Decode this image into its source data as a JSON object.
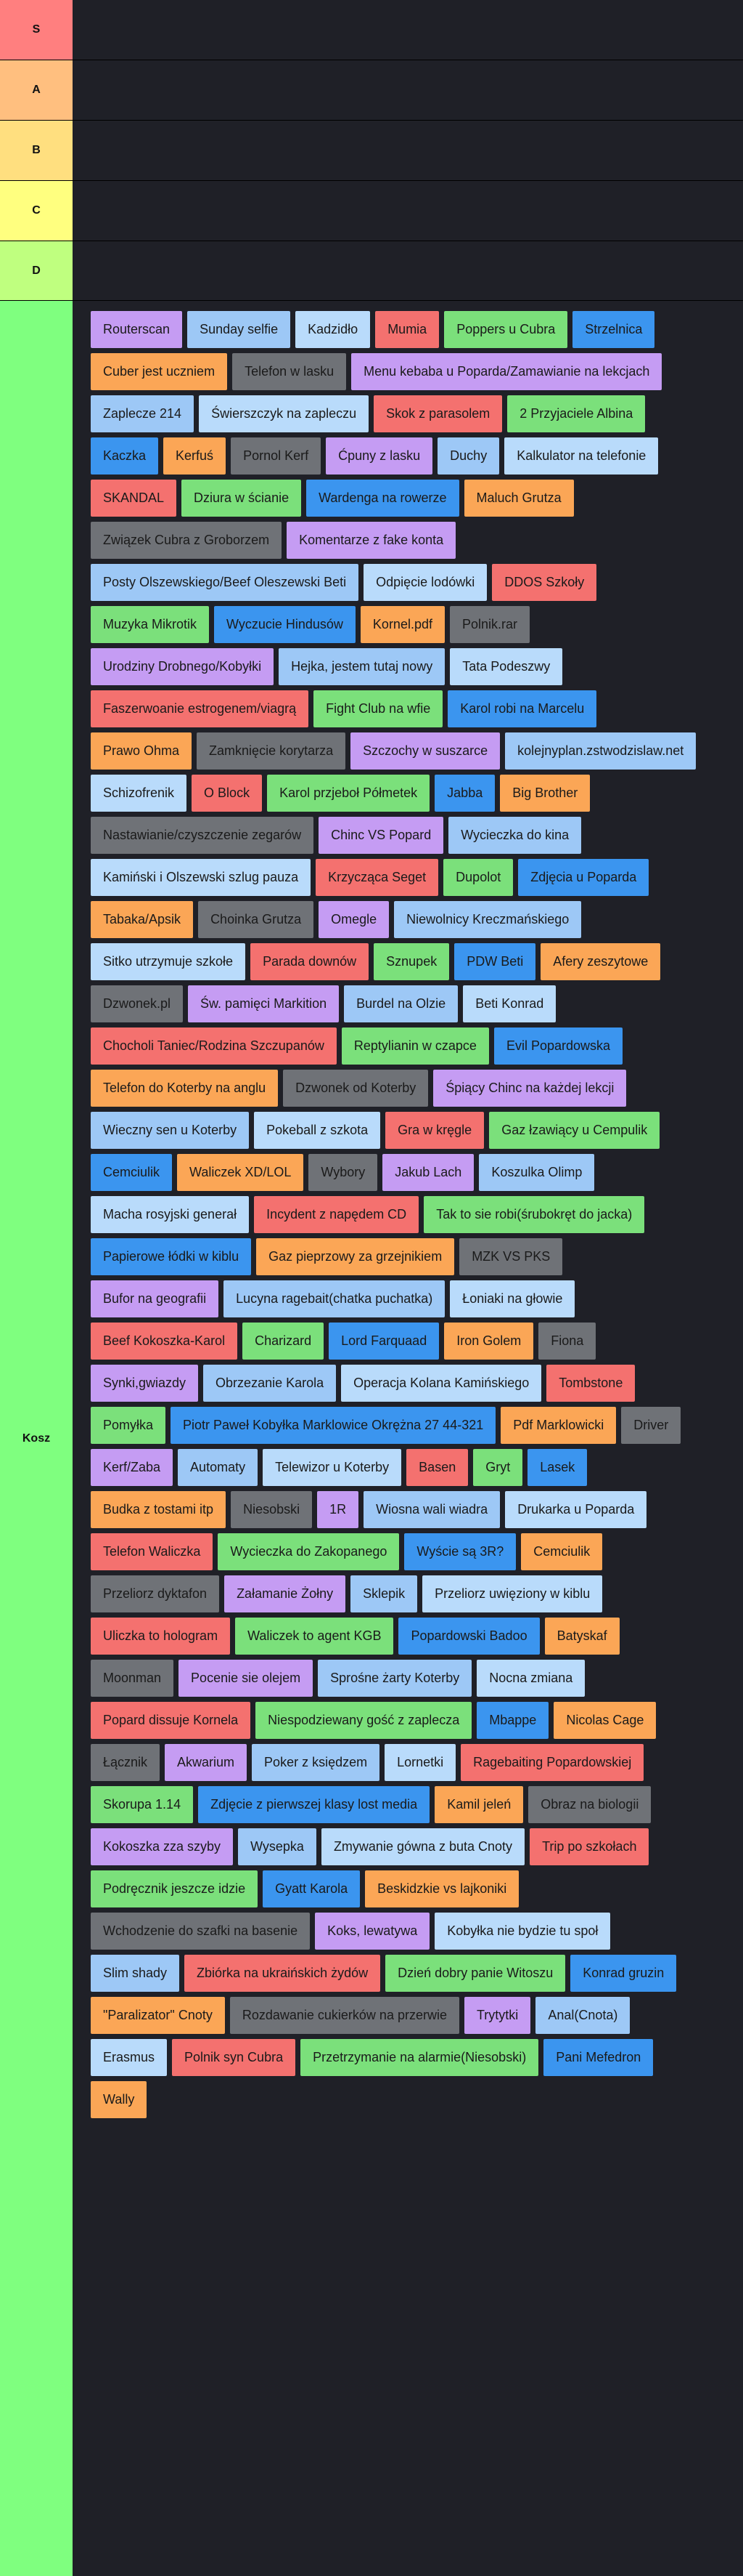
{
  "colors": {
    "purple": "#c59cf3",
    "sky": "#9dc8f6",
    "red": "#f4716f",
    "green": "#7be07b",
    "blue": "#3b95ef",
    "orange": "#fba656",
    "gray": "#6f7277",
    "lightblue": "#b9dbfb"
  },
  "tiers": [
    {
      "label": "S",
      "color": "#ff7f7f"
    },
    {
      "label": "A",
      "color": "#ffbf7f"
    },
    {
      "label": "B",
      "color": "#ffdf7f"
    },
    {
      "label": "C",
      "color": "#ffff7f"
    },
    {
      "label": "D",
      "color": "#bfff7f"
    }
  ],
  "kosz": {
    "label": "Kosz",
    "color": "#7fff7f",
    "rows": [
      [
        [
          "Routerscan",
          "purple"
        ],
        [
          "Sunday selfie",
          "sky"
        ],
        [
          "Kadzidło",
          "lightblue"
        ],
        [
          "Mumia",
          "red"
        ],
        [
          "Poppers u Cubra",
          "green"
        ],
        [
          "Strzelnica",
          "blue"
        ]
      ],
      [
        [
          "Cuber jest uczniem",
          "orange"
        ],
        [
          "Telefon w lasku",
          "gray"
        ],
        [
          "Menu kebaba u Poparda/Zamawianie na lekcjach",
          "purple"
        ]
      ],
      [
        [
          "Zaplecze 214",
          "sky"
        ],
        [
          "Świerszczyk na zapleczu",
          "lightblue"
        ],
        [
          "Skok z parasolem",
          "red"
        ],
        [
          "2 Przyjaciele Albina",
          "green"
        ]
      ],
      [
        [
          "Kaczka",
          "blue"
        ],
        [
          "Kerfuś",
          "orange"
        ],
        [
          "Pornol Kerf",
          "gray"
        ],
        [
          "Ćpuny z lasku",
          "purple"
        ],
        [
          "Duchy",
          "sky"
        ],
        [
          "Kalkulator na telefonie",
          "lightblue"
        ]
      ],
      [
        [
          "SKANDAL",
          "red"
        ],
        [
          "Dziura w ścianie",
          "green"
        ],
        [
          "Wardenga na rowerze",
          "blue"
        ],
        [
          "Maluch Grutza",
          "orange"
        ]
      ],
      [
        [
          "Związek Cubra z Groborzem",
          "gray"
        ],
        [
          "Komentarze z fake konta",
          "purple"
        ]
      ],
      [
        [
          "Posty Olszewskiego/Beef Oleszewski Beti",
          "sky"
        ],
        [
          "Odpięcie lodówki",
          "lightblue"
        ],
        [
          "DDOS Szkoły",
          "red"
        ]
      ],
      [
        [
          "Muzyka Mikrotik",
          "green"
        ],
        [
          "Wyczucie Hindusów",
          "blue"
        ],
        [
          "Kornel.pdf",
          "orange"
        ],
        [
          "Polnik.rar",
          "gray"
        ]
      ],
      [
        [
          "Urodziny Drobnego/Kobyłki",
          "purple"
        ],
        [
          "Hejka, jestem tutaj nowy",
          "sky"
        ],
        [
          "Tata Podeszwy",
          "lightblue"
        ]
      ],
      [
        [
          "Faszerwoanie estrogenem/viagrą",
          "red"
        ],
        [
          "Fight Club na wfie",
          "green"
        ],
        [
          "Karol robi na Marcelu",
          "blue"
        ]
      ],
      [
        [
          "Prawo Ohma",
          "orange"
        ],
        [
          "Zamknięcie korytarza",
          "gray"
        ],
        [
          "Szczochy w suszarce",
          "purple"
        ],
        [
          "kolejnyplan.zstwodzislaw.net",
          "sky"
        ]
      ],
      [
        [
          "Schizofrenik",
          "lightblue"
        ],
        [
          "O Block",
          "red"
        ],
        [
          "Karol przjeboł Półmetek",
          "green"
        ],
        [
          "Jabba",
          "blue"
        ],
        [
          "Big Brother",
          "orange"
        ]
      ],
      [
        [
          "Nastawianie/czyszczenie zegarów",
          "gray"
        ],
        [
          "Chinc VS Popard",
          "purple"
        ],
        [
          "Wycieczka do kina",
          "sky"
        ]
      ],
      [
        [
          "Kamiński i Olszewski szlug pauza",
          "lightblue"
        ],
        [
          "Krzycząca Seget",
          "red"
        ],
        [
          "Dupolot",
          "green"
        ],
        [
          "Zdjęcia u Poparda",
          "blue"
        ]
      ],
      [
        [
          "Tabaka/Apsik",
          "orange"
        ],
        [
          "Choinka Grutza",
          "gray"
        ],
        [
          "Omegle",
          "purple"
        ],
        [
          "Niewolnicy Kreczmańskiego",
          "sky"
        ]
      ],
      [
        [
          "Sitko utrzymuje szkołe",
          "lightblue"
        ],
        [
          "Parada downów",
          "red"
        ],
        [
          "Sznupek",
          "green"
        ],
        [
          "PDW Beti",
          "blue"
        ],
        [
          "Afery zeszytowe",
          "orange"
        ]
      ],
      [
        [
          "Dzwonek.pl",
          "gray"
        ],
        [
          "Św. pamięci Markition",
          "purple"
        ],
        [
          "Burdel na Olzie",
          "sky"
        ],
        [
          "Beti Konrad",
          "lightblue"
        ]
      ],
      [
        [
          "Chocholi Taniec/Rodzina Szczupanów",
          "red"
        ],
        [
          "Reptylianin w czapce",
          "green"
        ],
        [
          "Evil Popardowska",
          "blue"
        ]
      ],
      [
        [
          "Telefon do Koterby na anglu",
          "orange"
        ],
        [
          "Dzwonek od Koterby",
          "gray"
        ],
        [
          "Śpiący Chinc na każdej lekcji",
          "purple"
        ]
      ],
      [
        [
          "Wieczny sen u Koterby",
          "sky"
        ],
        [
          "Pokeball z szkota",
          "lightblue"
        ],
        [
          "Gra w kręgle",
          "red"
        ],
        [
          "Gaz łzawiący u Cempulik",
          "green"
        ]
      ],
      [
        [
          "Cemciulik",
          "blue"
        ],
        [
          "Waliczek XD/LOL",
          "orange"
        ],
        [
          "Wybory",
          "gray"
        ],
        [
          "Jakub Lach",
          "purple"
        ],
        [
          "Koszulka Olimp",
          "sky"
        ]
      ],
      [
        [
          "Macha rosyjski generał",
          "lightblue"
        ],
        [
          "Incydent z napędem CD",
          "red"
        ],
        [
          "Tak to sie robi(śrubokręt do jacka)",
          "green"
        ]
      ],
      [
        [
          "Papierowe łódki w kiblu",
          "blue"
        ],
        [
          "Gaz pieprzowy za grzejnikiem",
          "orange"
        ],
        [
          "MZK VS PKS",
          "gray"
        ]
      ],
      [
        [
          "Bufor na geografii",
          "purple"
        ],
        [
          "Lucyna ragebait(chatka puchatka)",
          "sky"
        ],
        [
          "Łoniaki na głowie",
          "lightblue"
        ]
      ],
      [
        [
          "Beef Kokoszka-Karol",
          "red"
        ],
        [
          "Charizard",
          "green"
        ],
        [
          "Lord Farquaad",
          "blue"
        ],
        [
          "Iron Golem",
          "orange"
        ],
        [
          "Fiona",
          "gray"
        ]
      ],
      [
        [
          "Synki,gwiazdy",
          "purple"
        ],
        [
          "Obrzezanie Karola",
          "sky"
        ],
        [
          "Operacja Kolana Kamińskiego",
          "lightblue"
        ],
        [
          "Tombstone",
          "red"
        ]
      ],
      [
        [
          "Pomyłka",
          "green"
        ],
        [
          "Piotr Paweł Kobyłka Marklowice Okrężna 27 44-321",
          "blue"
        ],
        [
          "Pdf Marklowicki",
          "orange"
        ],
        [
          "Driver",
          "gray"
        ]
      ],
      [
        [
          "Kerf/Zaba",
          "purple"
        ],
        [
          "Automaty",
          "sky"
        ],
        [
          "Telewizor u Koterby",
          "lightblue"
        ],
        [
          "Basen",
          "red"
        ],
        [
          "Gryt",
          "green"
        ],
        [
          "Lasek",
          "blue"
        ]
      ],
      [
        [
          "Budka z tostami itp",
          "orange"
        ],
        [
          "Niesobski",
          "gray"
        ],
        [
          "1R",
          "purple"
        ],
        [
          "Wiosna wali wiadra",
          "sky"
        ],
        [
          "Drukarka u Poparda",
          "lightblue"
        ]
      ],
      [
        [
          "Telefon Waliczka",
          "red"
        ],
        [
          "Wycieczka do Zakopanego",
          "green"
        ],
        [
          "Wyście są 3R?",
          "blue"
        ],
        [
          "Cemciulik",
          "orange"
        ]
      ],
      [
        [
          "Przeliorz dyktafon",
          "gray"
        ],
        [
          "Załamanie Żołny",
          "purple"
        ],
        [
          "Sklepik",
          "sky"
        ],
        [
          "Przeliorz uwięziony w kiblu",
          "lightblue"
        ]
      ],
      [
        [
          "Uliczka to hologram",
          "red"
        ],
        [
          "Waliczek to agent KGB",
          "green"
        ],
        [
          "Popardowski Badoo",
          "blue"
        ],
        [
          "Batyskaf",
          "orange"
        ]
      ],
      [
        [
          "Moonman",
          "gray"
        ],
        [
          "Pocenie sie olejem",
          "purple"
        ],
        [
          "Sprośne żarty Koterby",
          "sky"
        ],
        [
          "Nocna zmiana",
          "lightblue"
        ]
      ],
      [
        [
          "Popard dissuje Kornela",
          "red"
        ],
        [
          "Niespodziewany gość z zaplecza",
          "green"
        ],
        [
          "Mbappe",
          "blue"
        ],
        [
          "Nicolas Cage",
          "orange"
        ]
      ],
      [
        [
          "Łącznik",
          "gray"
        ],
        [
          "Akwarium",
          "purple"
        ],
        [
          "Poker z księdzem",
          "sky"
        ],
        [
          "Lornetki",
          "lightblue"
        ],
        [
          "Ragebaiting Popardowskiej",
          "red"
        ]
      ],
      [
        [
          "Skorupa 1.14",
          "green"
        ],
        [
          "Zdjęcie z pierwszej klasy lost media",
          "blue"
        ],
        [
          "Kamil jeleń",
          "orange"
        ],
        [
          "Obraz na biologii",
          "gray"
        ]
      ],
      [
        [
          "Kokoszka zza szyby",
          "purple"
        ],
        [
          "Wysepka",
          "sky"
        ],
        [
          "Zmywanie gówna z buta Cnoty",
          "lightblue"
        ],
        [
          "Trip po szkołach",
          "red"
        ]
      ],
      [
        [
          "Podręcznik jeszcze idzie",
          "green"
        ],
        [
          "Gyatt Karola",
          "blue"
        ],
        [
          "Beskidzkie vs lajkoniki",
          "orange"
        ]
      ],
      [
        [
          "Wchodzenie do szafki na basenie",
          "gray"
        ],
        [
          "Koks, lewatywa",
          "purple"
        ],
        [
          "Kobyłka nie bydzie tu społ",
          "lightblue"
        ]
      ],
      [
        [
          "Slim shady",
          "sky"
        ],
        [
          "Zbiórka na ukraińskich żydów",
          "red"
        ],
        [
          "Dzień dobry panie Witoszu",
          "green"
        ],
        [
          "Konrad gruzin",
          "blue"
        ]
      ],
      [
        [
          "\"Paralizator\" Cnoty",
          "orange"
        ],
        [
          "Rozdawanie cukierków na przerwie",
          "gray"
        ],
        [
          "Trytytki",
          "purple"
        ],
        [
          "Anal(Cnota)",
          "sky"
        ]
      ],
      [
        [
          "Erasmus",
          "lightblue"
        ],
        [
          "Polnik syn Cubra",
          "red"
        ],
        [
          "Przetrzymanie na alarmie(Niesobski)",
          "green"
        ],
        [
          "Pani Mefedron",
          "blue"
        ]
      ],
      [
        [
          "Wally",
          "orange"
        ]
      ]
    ]
  }
}
